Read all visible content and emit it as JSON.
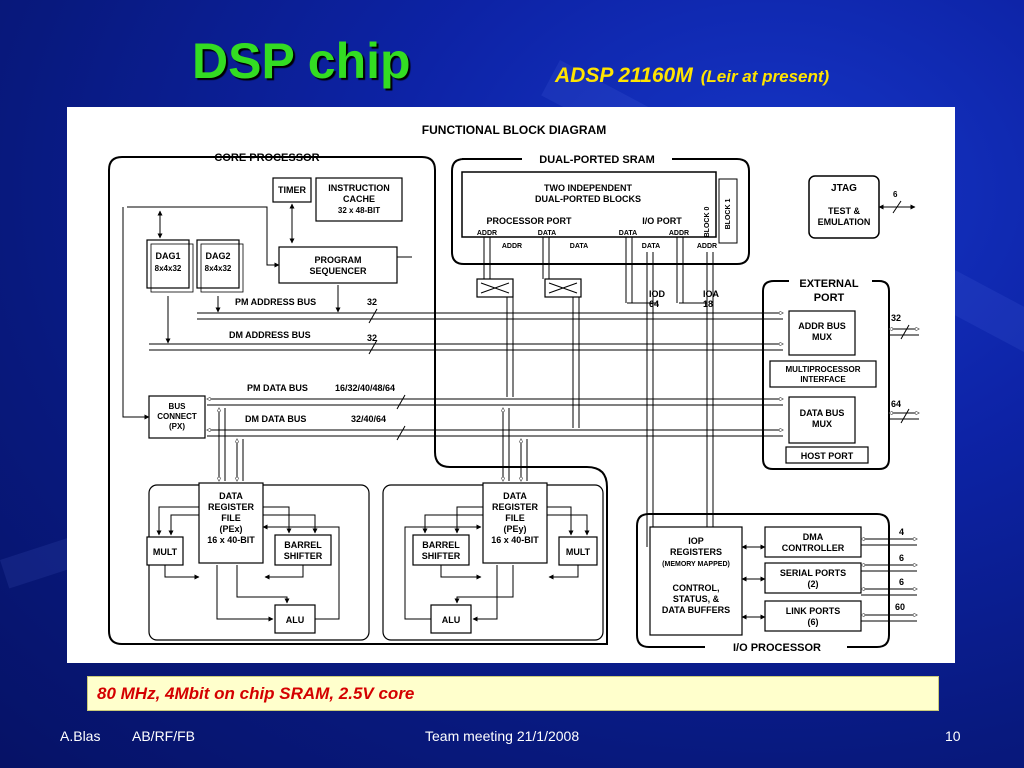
{
  "slide": {
    "title": "DSP chip",
    "subtitle": "ADSP 21160M",
    "subtitle_note": "(Leir at present)",
    "info_text": "80 MHz, 4Mbit on chip SRAM, 2.5V core",
    "footer": {
      "author": "A.Blas",
      "group": "AB/RF/FB",
      "event": "Team meeting 21/1/2008",
      "page": "10"
    },
    "colors": {
      "background": "#0d23a6",
      "title": "#33dd22",
      "subtitle": "#ffe400",
      "info_text": "#d40000",
      "info_box": "#ffffcc"
    }
  },
  "diagram": {
    "heading": "FUNCTIONAL BLOCK DIAGRAM",
    "core_processor": {
      "label": "CORE PROCESSOR",
      "timer": "TIMER",
      "icache": [
        "INSTRUCTION",
        "CACHE",
        "32 x 48-BIT"
      ],
      "dag1": [
        "DAG1",
        "8x4x32"
      ],
      "dag2": [
        "DAG2",
        "8x4x32"
      ],
      "sequencer": [
        "PROGRAM",
        "SEQUENCER"
      ],
      "bus_connect": [
        "BUS",
        "CONNECT",
        "(PX)"
      ],
      "pex": {
        "drf": [
          "DATA",
          "REGISTER",
          "FILE",
          "(PEx)",
          "16 x 40-BIT"
        ],
        "mult": "MULT",
        "barrel": [
          "BARREL",
          "SHIFTER"
        ],
        "alu": "ALU"
      },
      "pey": {
        "drf": [
          "DATA",
          "REGISTER",
          "FILE",
          "(PEy)",
          "16 x 40-BIT"
        ],
        "mult": "MULT",
        "barrel": [
          "BARREL",
          "SHIFTER"
        ],
        "alu": "ALU"
      }
    },
    "buses": {
      "pm_address": "PM ADDRESS BUS",
      "pm_address_width": "32",
      "dm_address": "DM ADDRESS BUS",
      "dm_address_width": "32",
      "pm_data": "PM DATA BUS",
      "pm_data_width": "16/32/40/48/64",
      "dm_data": "DM DATA BUS",
      "dm_data_width": "32/40/64",
      "iod": "IOD",
      "iod_width": "64",
      "ioa": "IOA",
      "ioa_width": "18"
    },
    "sram": {
      "label": "DUAL-PORTED SRAM",
      "blocks": [
        "TWO INDEPENDENT",
        "DUAL-PORTED BLOCKS"
      ],
      "processor_port": "PROCESSOR PORT",
      "io_port": "I/O PORT",
      "inner_ports": [
        "ADDR",
        "DATA",
        "DATA",
        "ADDR"
      ],
      "outer_ports": [
        "ADDR",
        "DATA",
        "DATA",
        "ADDR"
      ],
      "block0": "BLOCK 0",
      "block1": "BLOCK 1"
    },
    "jtag": {
      "title": "JTAG",
      "lines": [
        "TEST &",
        "EMULATION"
      ],
      "pins": "6"
    },
    "external_port": {
      "label": [
        "EXTERNAL",
        "PORT"
      ],
      "addr_mux": [
        "ADDR BUS",
        "MUX"
      ],
      "addr_width": "32",
      "mp_interface": [
        "MULTIPROCESSOR",
        "INTERFACE"
      ],
      "data_mux": [
        "DATA BUS",
        "MUX"
      ],
      "data_width": "64",
      "host_port": "HOST PORT"
    },
    "io_processor": {
      "label": "I/O PROCESSOR",
      "iop": [
        "IOP",
        "REGISTERS",
        "(MEMORY MAPPED)",
        "",
        "CONTROL,",
        "STATUS, &",
        "DATA BUFFERS"
      ],
      "dma": [
        "DMA",
        "CONTROLLER"
      ],
      "dma_pins": "4",
      "serial": [
        "SERIAL PORTS",
        "(2)"
      ],
      "serial_pins": "6",
      "link": [
        "LINK PORTS",
        "(6)"
      ],
      "link_pins_1": "6",
      "link_pins_2": "60"
    }
  }
}
